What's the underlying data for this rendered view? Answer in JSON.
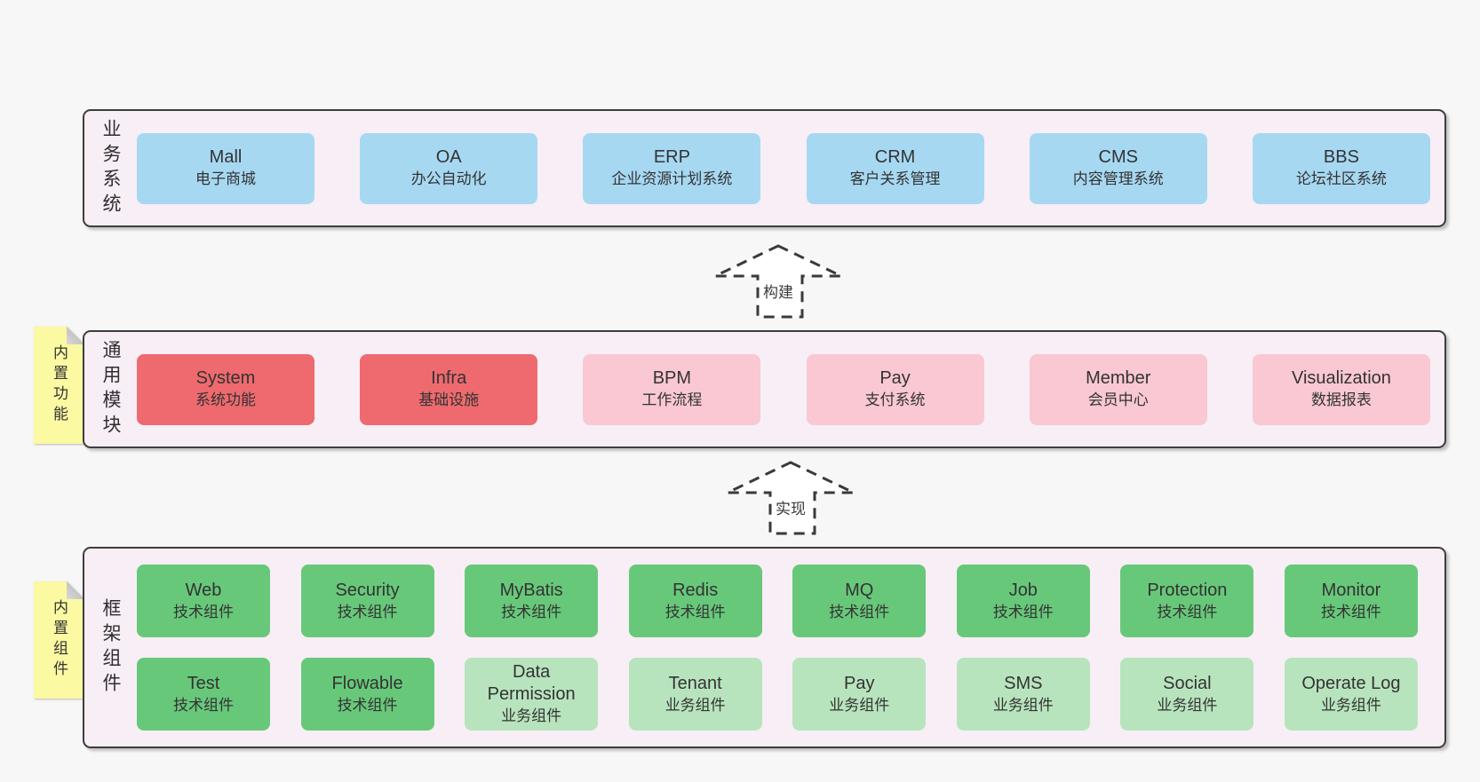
{
  "colors": {
    "page_bg": "#f7f7f7",
    "panel_bg": "#f8eef6",
    "panel_border": "#3d3d3d",
    "box_blue": "#a7d8f2",
    "box_red": "#ee6a6e",
    "box_pink": "#f9c8d2",
    "box_green": "#68c87a",
    "box_lightgreen": "#b8e4bd",
    "note_yellow": "#fbf9a2",
    "text": "#333333"
  },
  "sections": {
    "business": {
      "label": "业务系统",
      "boxes": [
        {
          "name": "Mall",
          "desc": "电子商城"
        },
        {
          "name": "OA",
          "desc": "办公自动化"
        },
        {
          "name": "ERP",
          "desc": "企业资源计划系统"
        },
        {
          "name": "CRM",
          "desc": "客户关系管理"
        },
        {
          "name": "CMS",
          "desc": "内容管理系统"
        },
        {
          "name": "BBS",
          "desc": "论坛社区系统"
        }
      ]
    },
    "modules": {
      "label": "通用模块",
      "note": "内置功能",
      "boxes": [
        {
          "name": "System",
          "desc": "系统功能",
          "variant": "red"
        },
        {
          "name": "Infra",
          "desc": "基础设施",
          "variant": "red"
        },
        {
          "name": "BPM",
          "desc": "工作流程",
          "variant": "pink"
        },
        {
          "name": "Pay",
          "desc": "支付系统",
          "variant": "pink"
        },
        {
          "name": "Member",
          "desc": "会员中心",
          "variant": "pink"
        },
        {
          "name": "Visualization",
          "desc": "数据报表",
          "variant": "pink"
        }
      ]
    },
    "framework": {
      "label": "框架组件",
      "note": "内置组件",
      "row1": [
        {
          "name": "Web",
          "desc": "技术组件",
          "variant": "green"
        },
        {
          "name": "Security",
          "desc": "技术组件",
          "variant": "green"
        },
        {
          "name": "MyBatis",
          "desc": "技术组件",
          "variant": "green"
        },
        {
          "name": "Redis",
          "desc": "技术组件",
          "variant": "green"
        },
        {
          "name": "MQ",
          "desc": "技术组件",
          "variant": "green"
        },
        {
          "name": "Job",
          "desc": "技术组件",
          "variant": "green"
        },
        {
          "name": "Protection",
          "desc": "技术组件",
          "variant": "green"
        },
        {
          "name": "Monitor",
          "desc": "技术组件",
          "variant": "green"
        }
      ],
      "row2": [
        {
          "name": "Test",
          "desc": "技术组件",
          "variant": "green"
        },
        {
          "name": "Flowable",
          "desc": "技术组件",
          "variant": "green"
        },
        {
          "name": "Data Permission",
          "desc": "业务组件",
          "variant": "lightgreen"
        },
        {
          "name": "Tenant",
          "desc": "业务组件",
          "variant": "lightgreen"
        },
        {
          "name": "Pay",
          "desc": "业务组件",
          "variant": "lightgreen"
        },
        {
          "name": "SMS",
          "desc": "业务组件",
          "variant": "lightgreen"
        },
        {
          "name": "Social",
          "desc": "业务组件",
          "variant": "lightgreen"
        },
        {
          "name": "Operate Log",
          "desc": "业务组件",
          "variant": "lightgreen"
        }
      ]
    }
  },
  "arrows": {
    "build": "构建",
    "implement": "实现"
  }
}
